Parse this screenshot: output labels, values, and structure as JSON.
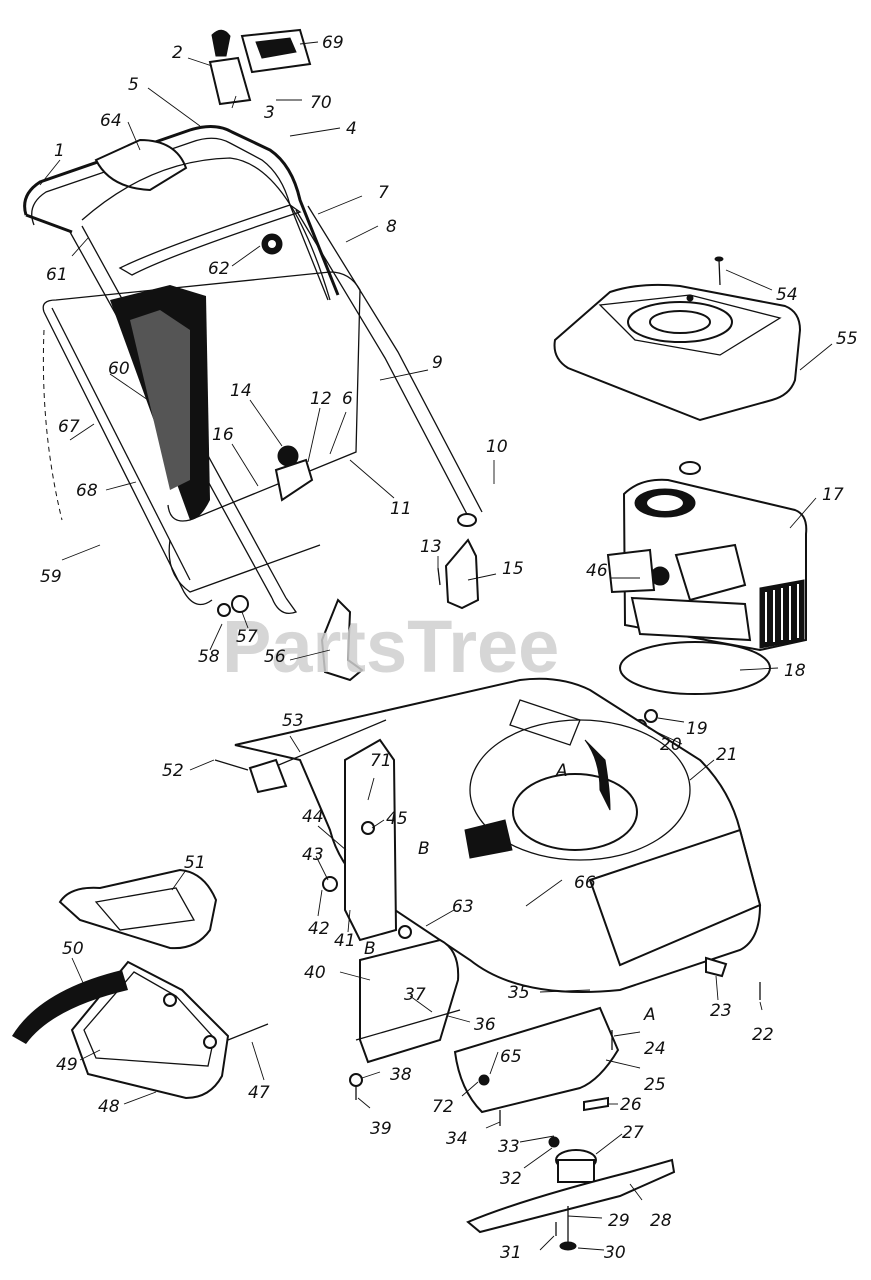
{
  "watermark": "PartsTree",
  "callouts": [
    {
      "id": "1",
      "text": "1"
    },
    {
      "id": "2",
      "text": "2"
    },
    {
      "id": "3",
      "text": "3"
    },
    {
      "id": "4",
      "text": "4"
    },
    {
      "id": "5",
      "text": "5"
    },
    {
      "id": "6",
      "text": "6"
    },
    {
      "id": "7",
      "text": "7"
    },
    {
      "id": "8",
      "text": "8"
    },
    {
      "id": "9",
      "text": "9"
    },
    {
      "id": "10",
      "text": "10"
    },
    {
      "id": "11",
      "text": "11"
    },
    {
      "id": "12",
      "text": "12"
    },
    {
      "id": "13",
      "text": "13"
    },
    {
      "id": "14",
      "text": "14"
    },
    {
      "id": "15",
      "text": "15"
    },
    {
      "id": "16",
      "text": "16"
    },
    {
      "id": "17",
      "text": "17"
    },
    {
      "id": "18",
      "text": "18"
    },
    {
      "id": "19",
      "text": "19"
    },
    {
      "id": "20",
      "text": "20"
    },
    {
      "id": "21",
      "text": "21"
    },
    {
      "id": "22",
      "text": "22"
    },
    {
      "id": "23",
      "text": "23"
    },
    {
      "id": "24",
      "text": "24"
    },
    {
      "id": "25",
      "text": "25"
    },
    {
      "id": "26",
      "text": "26"
    },
    {
      "id": "27",
      "text": "27"
    },
    {
      "id": "28",
      "text": "28"
    },
    {
      "id": "29",
      "text": "29"
    },
    {
      "id": "30",
      "text": "30"
    },
    {
      "id": "31",
      "text": "31"
    },
    {
      "id": "32",
      "text": "32"
    },
    {
      "id": "33",
      "text": "33"
    },
    {
      "id": "34",
      "text": "34"
    },
    {
      "id": "35",
      "text": "35"
    },
    {
      "id": "36",
      "text": "36"
    },
    {
      "id": "37",
      "text": "37"
    },
    {
      "id": "38",
      "text": "38"
    },
    {
      "id": "39",
      "text": "39"
    },
    {
      "id": "40",
      "text": "40"
    },
    {
      "id": "41",
      "text": "41"
    },
    {
      "id": "42",
      "text": "42"
    },
    {
      "id": "43",
      "text": "43"
    },
    {
      "id": "44",
      "text": "44"
    },
    {
      "id": "45",
      "text": "45"
    },
    {
      "id": "46",
      "text": "46"
    },
    {
      "id": "47",
      "text": "47"
    },
    {
      "id": "48",
      "text": "48"
    },
    {
      "id": "49",
      "text": "49"
    },
    {
      "id": "50",
      "text": "50"
    },
    {
      "id": "51",
      "text": "51"
    },
    {
      "id": "52",
      "text": "52"
    },
    {
      "id": "53",
      "text": "53"
    },
    {
      "id": "54",
      "text": "54"
    },
    {
      "id": "55",
      "text": "55"
    },
    {
      "id": "56",
      "text": "56"
    },
    {
      "id": "57",
      "text": "57"
    },
    {
      "id": "58",
      "text": "58"
    },
    {
      "id": "59",
      "text": "59"
    },
    {
      "id": "60",
      "text": "60"
    },
    {
      "id": "61",
      "text": "61"
    },
    {
      "id": "62",
      "text": "62"
    },
    {
      "id": "63",
      "text": "63"
    },
    {
      "id": "64",
      "text": "64"
    },
    {
      "id": "65",
      "text": "65"
    },
    {
      "id": "66",
      "text": "66"
    },
    {
      "id": "67",
      "text": "67"
    },
    {
      "id": "68",
      "text": "68"
    },
    {
      "id": "69",
      "text": "69"
    },
    {
      "id": "70",
      "text": "70"
    },
    {
      "id": "71",
      "text": "71"
    },
    {
      "id": "72",
      "text": "72"
    }
  ],
  "reference_letters": [
    {
      "id": "A-upper",
      "text": "A"
    },
    {
      "id": "A-lower",
      "text": "A"
    },
    {
      "id": "B-upper",
      "text": "B"
    },
    {
      "id": "B-lower",
      "text": "B"
    }
  ]
}
